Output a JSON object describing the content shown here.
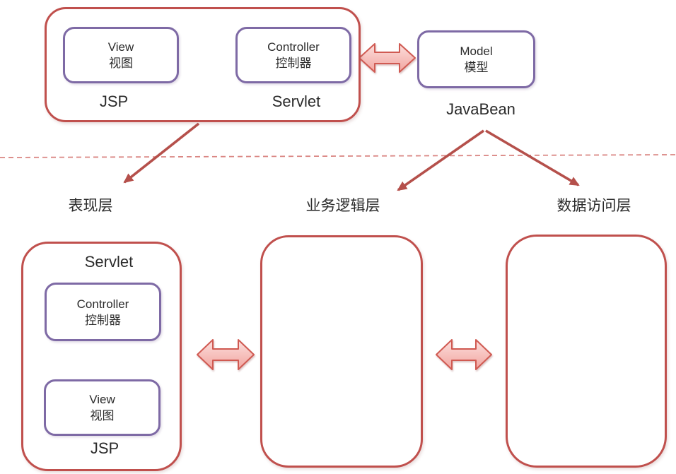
{
  "diagram": {
    "top": {
      "mvc_group": {
        "view": {
          "en": "View",
          "zh": "视图"
        },
        "controller": {
          "en": "Controller",
          "zh": "控制器"
        },
        "jsp_label": "JSP",
        "servlet_label": "Servlet"
      },
      "model": {
        "en": "Model",
        "zh": "模型"
      },
      "javabean_label": "JavaBean"
    },
    "layers": {
      "presentation": "表现层",
      "business": "业务逻辑层",
      "data_access": "数据访问层"
    },
    "bottom": {
      "presentation_group": {
        "servlet_label": "Servlet",
        "controller": {
          "en": "Controller",
          "zh": "控制器"
        },
        "view": {
          "en": "View",
          "zh": "视图"
        },
        "jsp_label": "JSP"
      }
    },
    "colors": {
      "container_border": "#c0504d",
      "component_border": "#7e6aa5",
      "arrow_fill_light": "#fcdfdd",
      "arrow_fill_dark": "#f1a49f",
      "arrow_stroke": "#d05a52",
      "line_arrow": "#b5504b",
      "dashed_line": "#d4726e",
      "text": "#2b2b2b"
    }
  }
}
